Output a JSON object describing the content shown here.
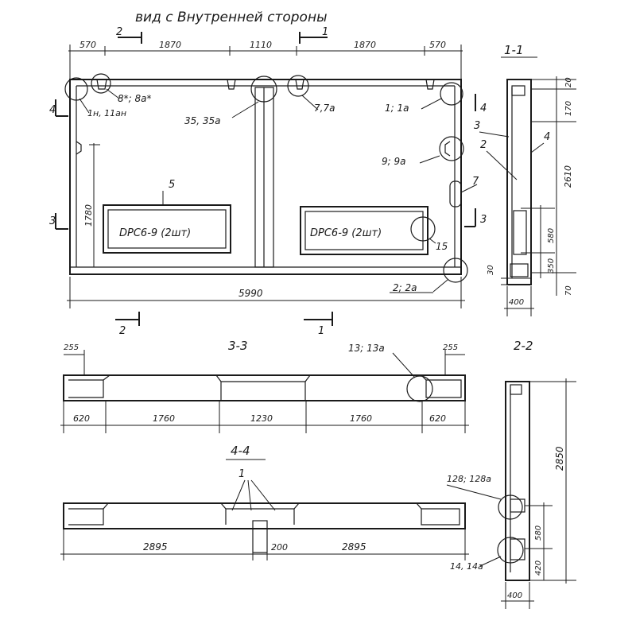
{
  "title": "вид с Внутренней стороны",
  "main_view": {
    "top_dims": [
      "570",
      "1870",
      "1110",
      "1870",
      "570"
    ],
    "overall_width": "5990",
    "height_dim": "1780",
    "callouts": [
      "8*; 8a*",
      "1н, 11ан",
      "35, 35a",
      "7,7a",
      "1; 1a",
      "9; 9a",
      "7",
      "5",
      "15",
      "2; 2a"
    ],
    "window_left": "DPC6-9 (2шт)",
    "window_right": "DPC6-9 (2шт)",
    "cut_marks": [
      "2",
      "1",
      "4",
      "3",
      "3",
      "2",
      "1"
    ]
  },
  "section_1_1": {
    "title": "1-1",
    "right_dims": [
      "20",
      "170",
      "2610"
    ],
    "lower_dims": [
      "580",
      "350",
      "30",
      "70"
    ],
    "bottom_dim": "400",
    "labels": [
      "3",
      "2",
      "4"
    ]
  },
  "section_3_3": {
    "title": "3-3",
    "dims_top": [
      "255",
      "255"
    ],
    "dims_bottom": [
      "620",
      "1760",
      "1230",
      "1760",
      "620"
    ],
    "callout": "13; 13a"
  },
  "section_2_2": {
    "title": "2-2",
    "height": "2850",
    "dims": [
      "580",
      "420"
    ],
    "bottom": "400",
    "callouts": [
      "128; 128a",
      "14, 14a"
    ]
  },
  "section_4_4": {
    "title": "4-4",
    "callout": "1",
    "dims": [
      "2895",
      "200",
      "2895"
    ]
  }
}
